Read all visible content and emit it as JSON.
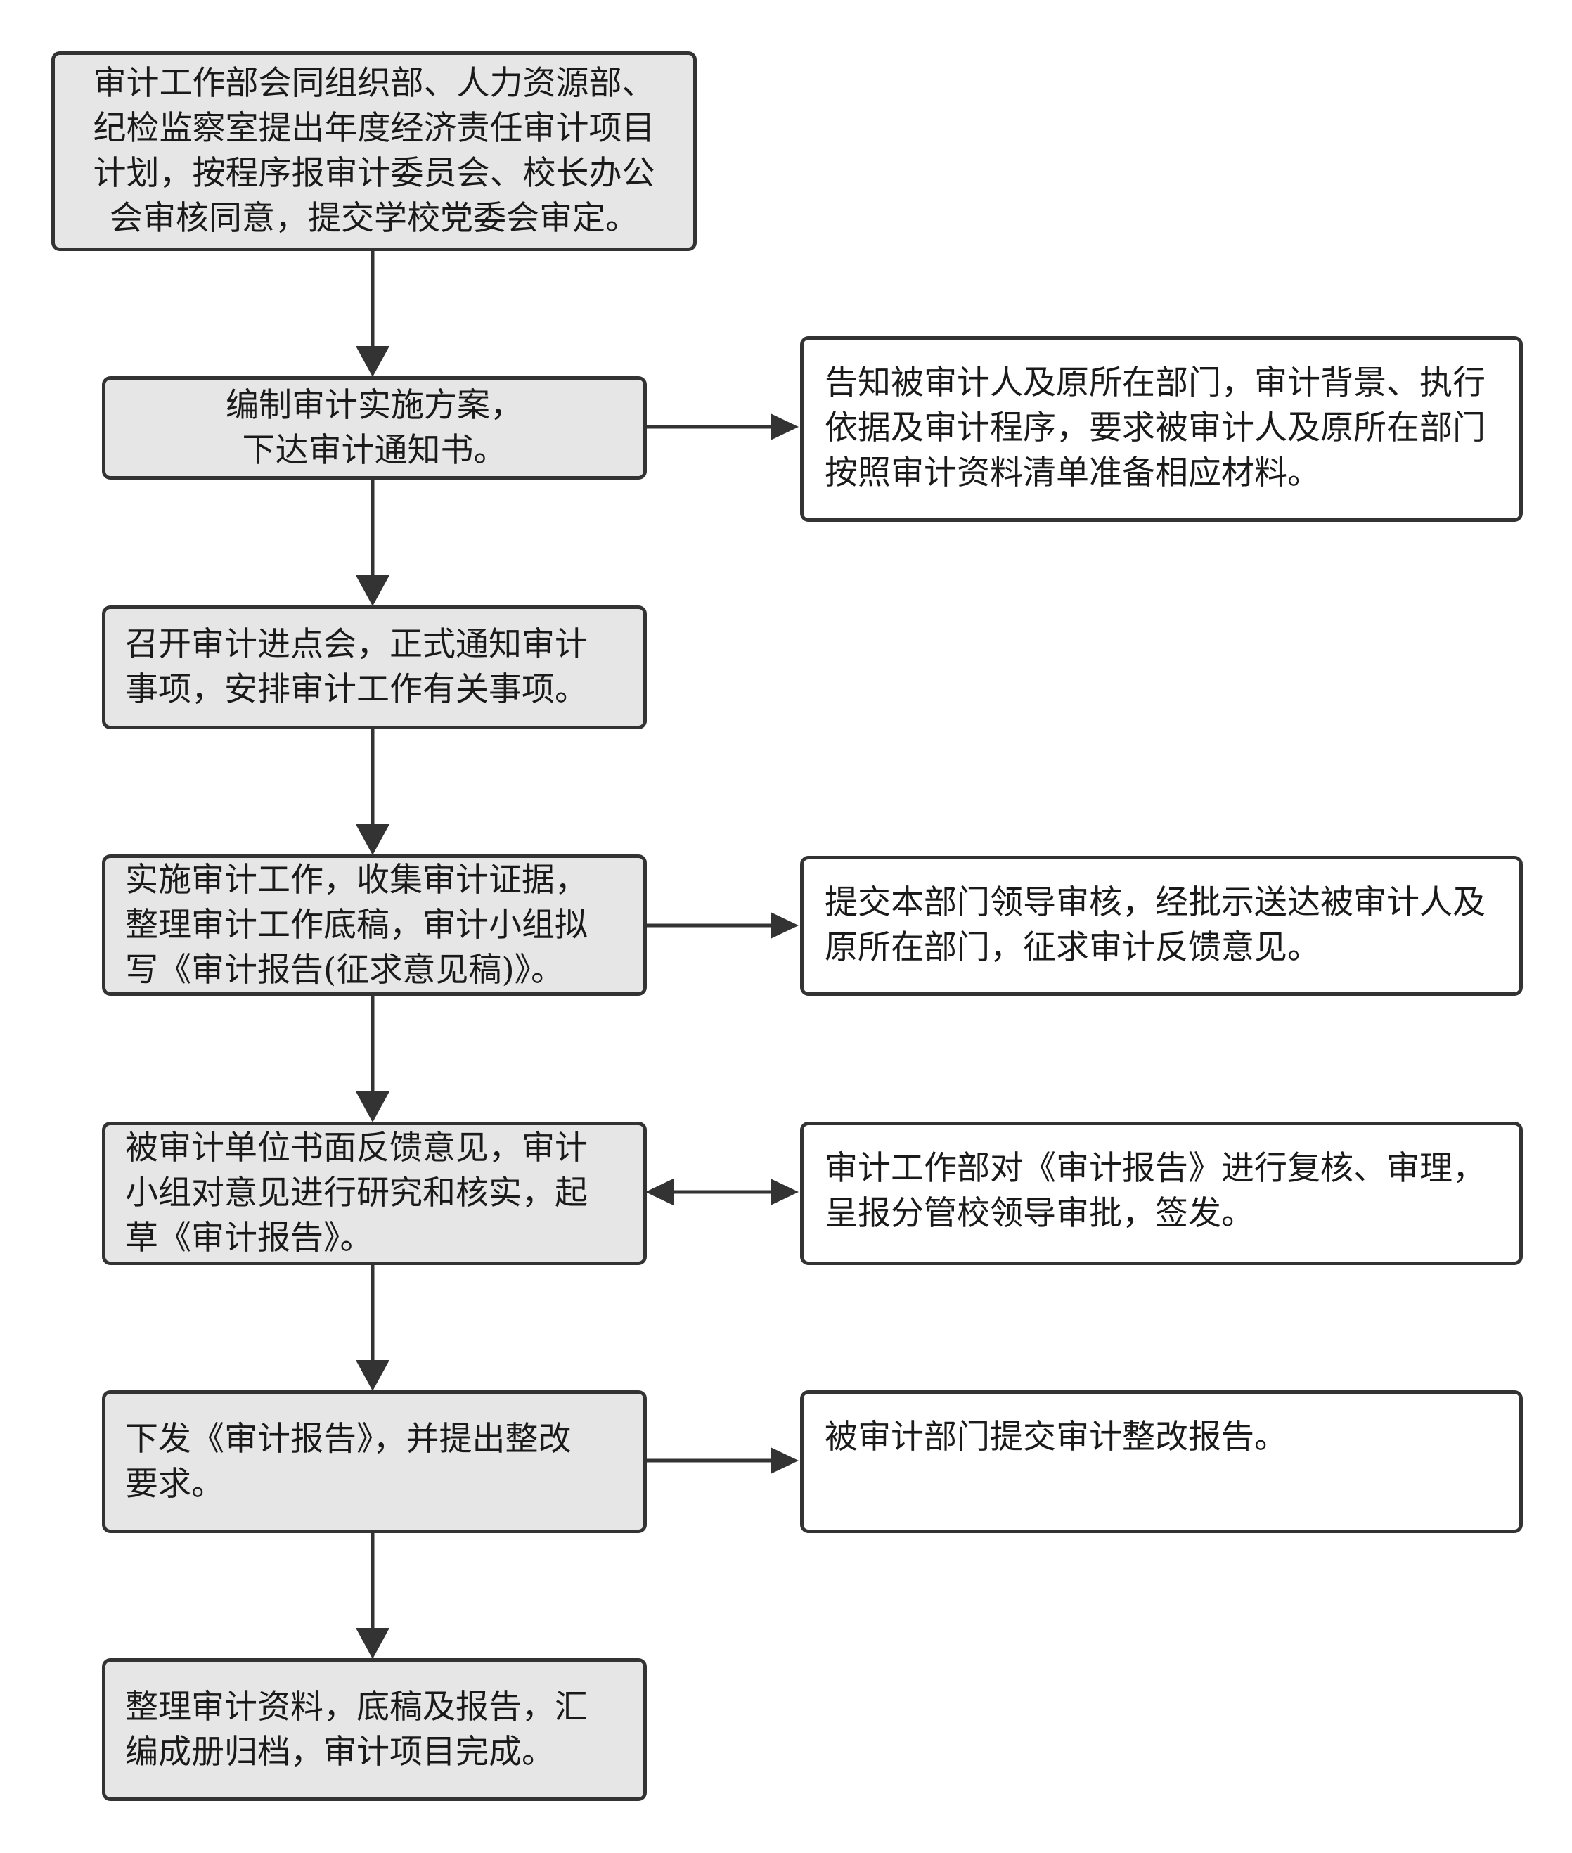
{
  "diagram": {
    "colors": {
      "main_fill": "#e6e6e6",
      "side_fill": "#ffffff",
      "border": "#333333",
      "text": "#1a1a1a"
    },
    "main_steps": [
      {
        "lines": [
          "审计工作部会同组织部、人力资源部、",
          "纪检监察室提出年度经济责任审计项目",
          "计划，按程序报审计委员会、校长办公",
          "会审核同意，提交学校党委会审定。"
        ]
      },
      {
        "lines": [
          "编制审计实施方案，",
          "下达审计通知书。"
        ]
      },
      {
        "lines": [
          "召开审计进点会，正式通知审计",
          "事项，安排审计工作有关事项。"
        ]
      },
      {
        "lines": [
          "实施审计工作，收集审计证据，",
          "整理审计工作底稿，审计小组拟",
          "写《审计报告(征求意见稿)》。"
        ]
      },
      {
        "lines": [
          "被审计单位书面反馈意见，审计",
          "小组对意见进行研究和核实，起",
          "草《审计报告》。"
        ]
      },
      {
        "lines": [
          "下发《审计报告》，并提出整改",
          "要求。"
        ]
      },
      {
        "lines": [
          "整理审计资料，底稿及报告，汇",
          "编成册归档，审计项目完成。"
        ]
      }
    ],
    "side_notes": [
      {
        "lines": [
          "告知被审计人及原所在部门，审计背景、执行",
          "依据及审计程序，要求被审计人及原所在部门",
          "按照审计资料清单准备相应材料。"
        ]
      },
      {
        "lines": [
          "提交本部门领导审核，经批示送达被审计人及",
          "原所在部门，征求审计反馈意见。"
        ]
      },
      {
        "lines": [
          "审计工作部对《审计报告》进行复核、审理，",
          "呈报分管校领导审批，签发。"
        ]
      },
      {
        "lines": [
          "被审计部门提交审计整改报告。"
        ]
      }
    ]
  }
}
